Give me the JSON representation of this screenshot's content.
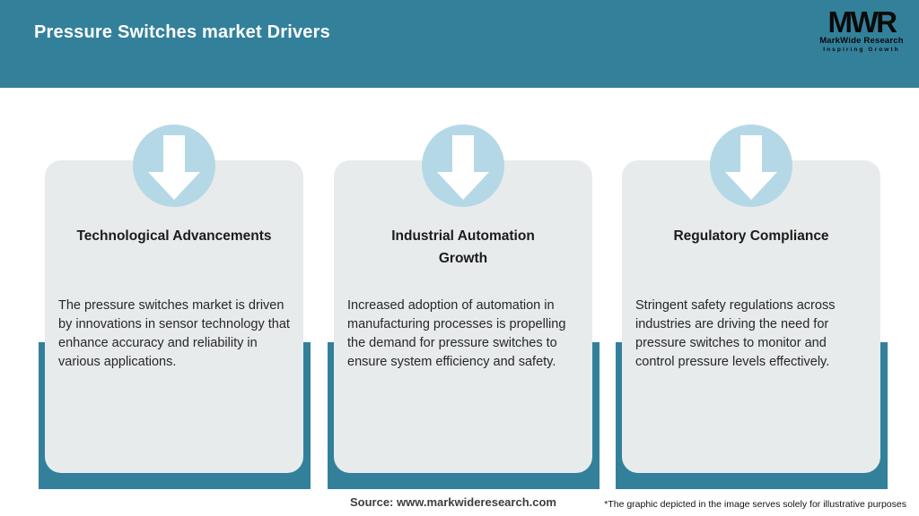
{
  "header": {
    "title": "Pressure Switches market Drivers",
    "logo": {
      "acronym": "MWR",
      "name": "MarkWide Research",
      "tagline": "Inspiring Growth"
    }
  },
  "cards": [
    {
      "title": "Technological Advancements",
      "body": "The pressure switches market is driven by innovations in sensor technology that enhance accuracy and reliability in various applications."
    },
    {
      "title": "Industrial Automation\nGrowth",
      "body": "Increased adoption of automation in manufacturing processes is propelling the demand for pressure switches to ensure system efficiency and safety."
    },
    {
      "title": "Regulatory Compliance",
      "body": "Stringent safety regulations across industries are driving the need for pressure switches to monitor and control pressure levels effectively."
    }
  ],
  "footer": {
    "source": "Source: www.markwideresearch.com",
    "disclaimer": "*The graphic depicted in the image serves solely for illustrative purposes"
  },
  "colors": {
    "accent_teal": "#33809B",
    "icon_circle_blue": "#B5D8E6",
    "card_background": "#E8EBEB"
  },
  "icons": [
    "down-arrow-icon"
  ]
}
